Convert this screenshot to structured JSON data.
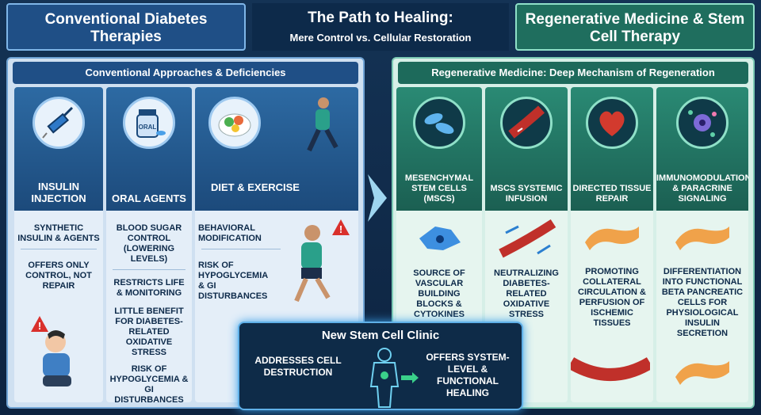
{
  "header": {
    "left_title": "Conventional Diabetes Therapies",
    "center_title": "The Path to Healing:",
    "center_subtitle": "Mere Control vs. Cellular Restoration",
    "right_title": "Regenerative Medicine & Stem Cell Therapy"
  },
  "left_section": {
    "banner": "Conventional Approaches & Deficiencies",
    "columns": [
      {
        "label": "Insulin Injection",
        "icon": "syringe-icon",
        "cells": [
          "Synthetic Insulin & Agents",
          "Offers Only Control, Not Repair"
        ]
      },
      {
        "label": "Oral Agents",
        "icon": "pill-bottle-icon",
        "icon_text": "ORAL",
        "cells": [
          "Blood Sugar Control (Lowering Levels)",
          "Restricts Life & Monitoring",
          "Little Benefit for Diabetes-Related Oxidative Stress",
          "Risk of Hypoglycemia & GI Disturbances"
        ]
      },
      {
        "label": "Diet & Exercise",
        "icon": "salad-bowl-icon",
        "cells": [
          "Behavioral Modification",
          "Risk of Hypoglycemia & GI Disturbances"
        ]
      }
    ]
  },
  "right_section": {
    "banner": "Regenerative Medicine: Deep Mechanism of Regeneration",
    "columns": [
      {
        "label": "Mesenchymal Stem Cells (MSCs)",
        "icon": "stem-cells-icon",
        "cells": [
          "Source of Vascular Building Blocks & Cytokines"
        ]
      },
      {
        "label": "MSCs Systemic Infusion",
        "icon": "blood-vessel-icon",
        "cells": [
          "Neutralizing Diabetes-Related Oxidative Stress"
        ]
      },
      {
        "label": "Directed Tissue Repair",
        "icon": "heart-icon",
        "cells": [
          "Promoting Collateral Circulation & Perfusion of Ischemic Tissues"
        ]
      },
      {
        "label": "Immunomodulation & Paracrine Signaling",
        "icon": "cell-signaling-icon",
        "cells": [
          "Differentiation into Functional Beta Pancreatic Cells for Physiological Insulin Secretion"
        ]
      }
    ]
  },
  "clinic": {
    "title": "New Stem Cell Clinic",
    "left_text": "Addresses Cell Destruction",
    "right_text": "Offers System-Level & Functional Healing"
  },
  "colors": {
    "conventional": "#1f4f86",
    "regenerative": "#1d6a5b",
    "warning": "#d9302c"
  }
}
